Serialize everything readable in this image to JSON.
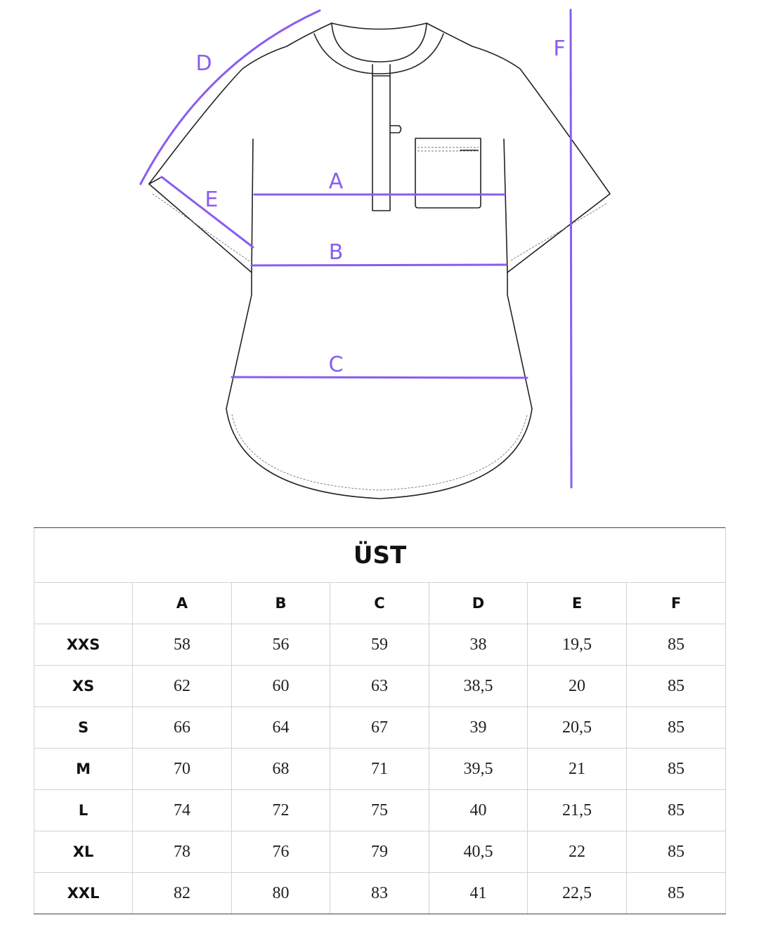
{
  "measure_labels": [
    "A",
    "B",
    "C",
    "D",
    "E",
    "F"
  ],
  "accent_color": "#8a5cf0",
  "table": {
    "title": "ÜST",
    "columns": [
      "",
      "A",
      "B",
      "C",
      "D",
      "E",
      "F"
    ],
    "rows": [
      {
        "size": "XXS",
        "values": [
          "58",
          "56",
          "59",
          "38",
          "19,5",
          "85"
        ]
      },
      {
        "size": "XS",
        "values": [
          "62",
          "60",
          "63",
          "38,5",
          "20",
          "85"
        ]
      },
      {
        "size": "S",
        "values": [
          "66",
          "64",
          "67",
          "39",
          "20,5",
          "85"
        ]
      },
      {
        "size": "M",
        "values": [
          "70",
          "68",
          "71",
          "39,5",
          "21",
          "85"
        ]
      },
      {
        "size": "L",
        "values": [
          "74",
          "72",
          "75",
          "40",
          "21,5",
          "85"
        ]
      },
      {
        "size": "XL",
        "values": [
          "78",
          "76",
          "79",
          "40,5",
          "22",
          "85"
        ]
      },
      {
        "size": "XXL",
        "values": [
          "82",
          "80",
          "83",
          "41",
          "22,5",
          "85"
        ]
      }
    ]
  }
}
